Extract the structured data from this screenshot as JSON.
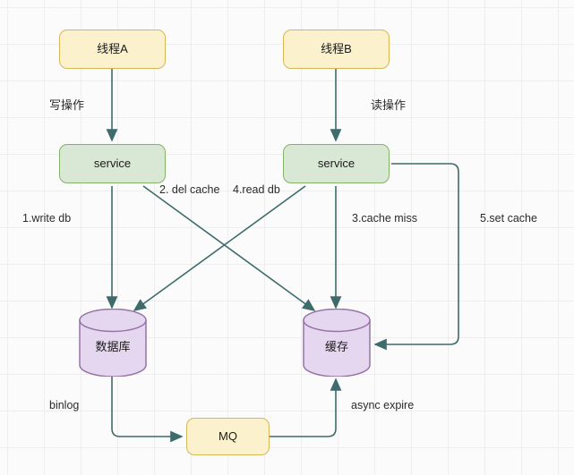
{
  "diagram": {
    "title": "cache-db-consistency-flow",
    "colors": {
      "yellow_fill": "#fbf2cd",
      "yellow_stroke": "#d6b656",
      "green_fill": "#d9e8d4",
      "green_stroke": "#82b366",
      "purple_fill": "#e5d7ef",
      "purple_stroke": "#9673a6",
      "edge_stroke": "#3f6b6b",
      "grid_line": "#eceef0",
      "canvas_bg": "#fbfbfb"
    },
    "nodes": [
      {
        "id": "thread-a",
        "label": "线程A",
        "shape": "rounded-rect",
        "style": "yellow"
      },
      {
        "id": "thread-b",
        "label": "线程B",
        "shape": "rounded-rect",
        "style": "yellow"
      },
      {
        "id": "service-left",
        "label": "service",
        "shape": "rounded-rect",
        "style": "green"
      },
      {
        "id": "service-right",
        "label": "service",
        "shape": "rounded-rect",
        "style": "green"
      },
      {
        "id": "database",
        "label": "数据库",
        "shape": "cylinder",
        "style": "purple"
      },
      {
        "id": "cache",
        "label": "缓存",
        "shape": "cylinder",
        "style": "purple"
      },
      {
        "id": "mq",
        "label": "MQ",
        "shape": "rounded-rect",
        "style": "yellow"
      }
    ],
    "edge_labels": [
      {
        "id": "write-op",
        "text": "写操作"
      },
      {
        "id": "read-op",
        "text": "读操作"
      },
      {
        "id": "step-1",
        "text": "1.write db"
      },
      {
        "id": "step-2",
        "text": "2. del cache"
      },
      {
        "id": "step-3",
        "text": "3.cache miss"
      },
      {
        "id": "step-4",
        "text": "4.read db"
      },
      {
        "id": "step-5",
        "text": "5.set cache"
      },
      {
        "id": "binlog",
        "text": "binlog"
      },
      {
        "id": "async-expire",
        "text": "async expire"
      }
    ]
  }
}
